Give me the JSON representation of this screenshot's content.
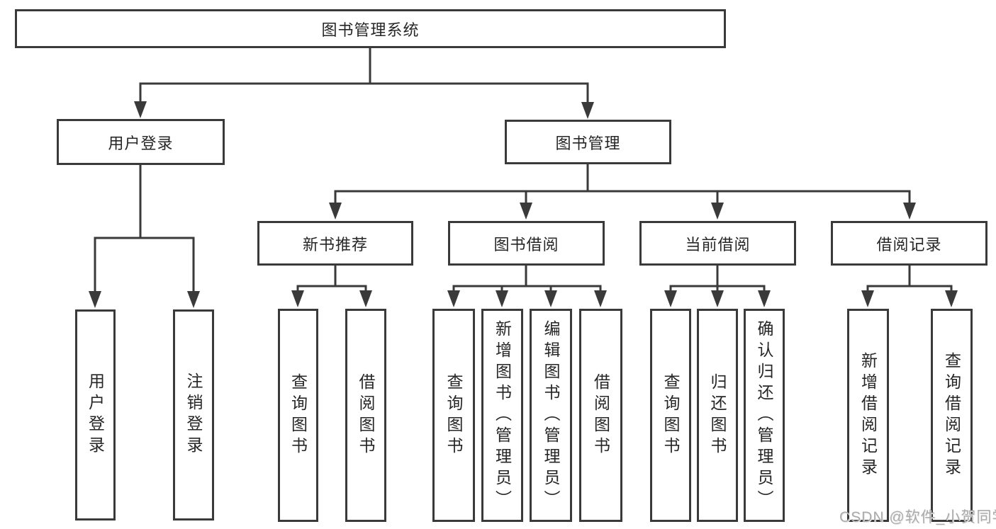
{
  "colors": {
    "line": "#3a3a3a",
    "text": "#262626",
    "watermark": "#ababab",
    "bg": "#ffffff"
  },
  "watermark": {
    "text": "CSDN @软件_小贺同学"
  },
  "tree": {
    "root": {
      "label": "图书管理系统"
    },
    "nodes": [
      {
        "label": "用户登录",
        "children": [
          {
            "label": "用户登录"
          },
          {
            "label": "注销登录"
          }
        ]
      },
      {
        "label": "图书管理",
        "children": [
          {
            "label": "新书推荐",
            "children": [
              {
                "label": "查询图书"
              },
              {
                "label": "借阅图书"
              }
            ]
          },
          {
            "label": "图书借阅",
            "children": [
              {
                "label": "查询图书"
              },
              {
                "label": "新增图书（管理员）"
              },
              {
                "label": "编辑图书（管理员）"
              },
              {
                "label": "借阅图书"
              }
            ]
          },
          {
            "label": "当前借阅",
            "children": [
              {
                "label": "查询图书"
              },
              {
                "label": "归还图书"
              },
              {
                "label": "确认归还（管理员）"
              }
            ]
          },
          {
            "label": "借阅记录",
            "children": [
              {
                "label": "新增借阅记录"
              },
              {
                "label": "查询借阅记录"
              }
            ]
          }
        ]
      }
    ]
  }
}
